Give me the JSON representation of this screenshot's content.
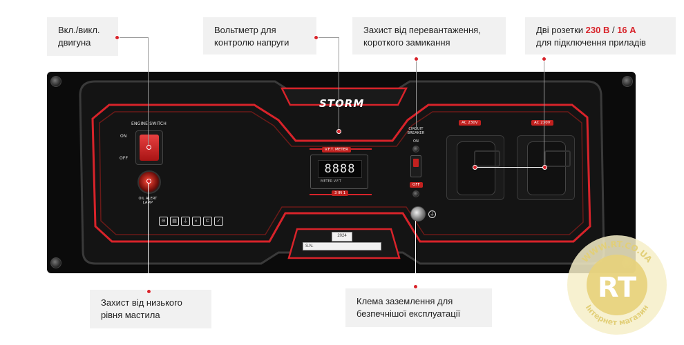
{
  "callouts": {
    "engine": {
      "line1": "Вкл./викл.",
      "line2": "двигуна"
    },
    "voltmeter": {
      "line1": "Вольтметр для",
      "line2": "контролю напруги"
    },
    "protection": {
      "line1": "Захист від перевантаження,",
      "line2": "короткого замикання"
    },
    "sockets": {
      "prefix": "Дві розетки ",
      "v": "230 В",
      "sep": " / ",
      "a": "16 А",
      "line2": "для підключення приладів"
    },
    "oil": {
      "line1": "Захист від низького",
      "line2": "рівня мастила"
    },
    "ground": {
      "line1": "Клема заземлення для",
      "line2": "безпечнішої експлуатації"
    }
  },
  "panel": {
    "brand": "STORM",
    "engine_switch": "ENGINE SWITCH",
    "on": "ON",
    "off": "OFF",
    "oil_lamp": "OIL ALERT LAMP",
    "vft": "V.F.T. METER",
    "display": "8888",
    "meter_caption": "METER V.F.T",
    "three_in_one": "3 IN 1",
    "breaker": "CIRCUIT BREAKER",
    "breaker_on": "ON",
    "breaker_off": "OFF",
    "ac1": "AC 230V",
    "ac2": "AC 230V",
    "year": "2024",
    "sn": "S.N."
  },
  "watermark": {
    "logo": "RT",
    "site": "WWW.RT.CO.UA",
    "shop": "Інтернет магазин"
  },
  "colors": {
    "accent": "#d8232a",
    "panel": "#0b0b0b"
  }
}
